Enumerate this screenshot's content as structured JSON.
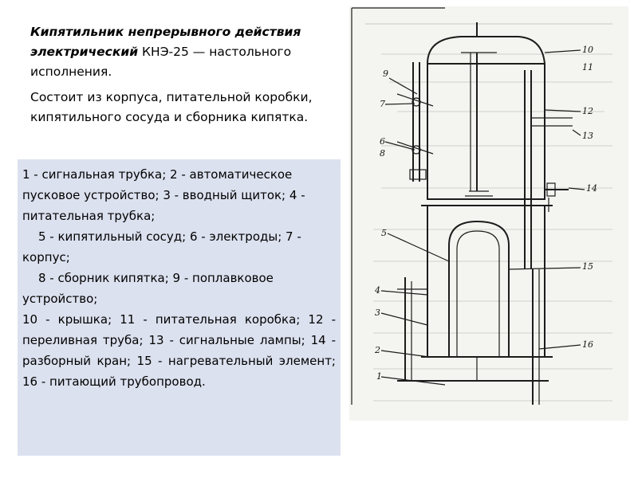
{
  "intro": {
    "device_name": "Кипятильник непрерывного действия электрический",
    "device_model": "КНЭ-25 — настольного исполнения.",
    "composition": "Состоит из корпуса, питательной коробки, кипятильного сосуда и сборника кипятка."
  },
  "legend": {
    "rows": [
      "1 - сигнальная трубка; 2 - автоматическое пусковое устройство; 3 - вводный щиток; 4 - питательная трубка;",
      "5 - кипятильный сосуд; 6 - электроды; 7 - корпус;",
      "8 - сборник кипятка; 9 - поплавковое устройство;",
      "10 - крышка; 11 - питательная коробка; 12 - переливная труба; 13 - сигнальные лампы; 14 - разборный кран; 15 - нагревательный элемент; 16 - питающий трубопровод."
    ]
  },
  "figure": {
    "callouts": [
      "1",
      "2",
      "3",
      "4",
      "5",
      "6",
      "7",
      "8",
      "9",
      "10",
      "11",
      "12",
      "13",
      "14",
      "15",
      "16"
    ]
  },
  "colors": {
    "legend_bg": "#dce1ef",
    "figure_bg": "#f4f4f1",
    "line": "#1c1c1c"
  }
}
